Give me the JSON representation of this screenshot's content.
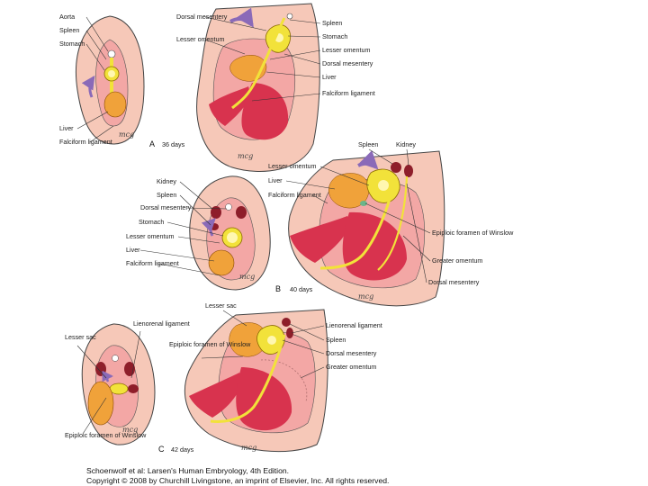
{
  "panel_a": {
    "stage": "A",
    "age": "36 days",
    "cross_labels": [
      "Aorta",
      "Spleen",
      "Stomach",
      "Liver",
      "Falciform ligament"
    ],
    "sagittal_labels": [
      "Dorsal mesentery",
      "Lesser omentum",
      "Spleen",
      "Stomach",
      "Lesser omentum",
      "Dorsal mesentery",
      "Liver",
      "Falciform ligament"
    ]
  },
  "panel_b": {
    "stage": "B",
    "age": "40 days",
    "cross_labels": [
      "Kidney",
      "Spleen",
      "Dorsal mesentery",
      "Stomach",
      "Lesser omentum",
      "Liver",
      "Falciform ligament"
    ],
    "sagittal_labels": [
      "Spleen",
      "Kidney",
      "Lesser omentum",
      "Liver",
      "Falciform ligament",
      "Epiploic foramen of Winslow",
      "Greater omentum",
      "Dorsal mesentery"
    ]
  },
  "panel_c": {
    "stage": "C",
    "age": "42 days",
    "cross_labels": [
      "Lesser sac",
      "Lienorenal ligament",
      "Epiploic foramen of Winslow"
    ],
    "sagittal_labels": [
      "Lesser sac",
      "Epiploic foramen of Winslow",
      "Lienorenal ligament",
      "Spleen",
      "Dorsal mesentery",
      "Greater omentum"
    ]
  },
  "artist_signature": "mcg",
  "credit": {
    "line1": "Schoenwolf et al: Larsen's Human Embryology, 4th Edition.",
    "line2": "Copyright © 2008 by Churchill Livingstone, an imprint of Elsevier, Inc. All rights reserved."
  },
  "colors": {
    "body_wall": "#f6c8b8",
    "body_outline": "#444444",
    "coelom": "#f3a7a5",
    "gut_red": "#d8334e",
    "liver_orange": "#f0a23a",
    "stomach_yellow": "#f2e23a",
    "kidney_red": "#8e1e2a",
    "arrow_purple": "#8a6ab8"
  }
}
